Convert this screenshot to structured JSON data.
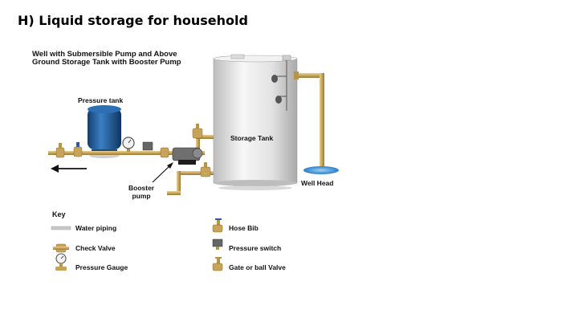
{
  "slide": {
    "title": "H) Liquid storage for household"
  },
  "diagram": {
    "subtitle_line1": "Well with Submersible Pump and Above",
    "subtitle_line2": "Ground Storage Tank with Booster Pump",
    "labels": {
      "pressure_tank": "Pressure tank",
      "storage_tank": "Storage Tank",
      "booster_line1": "Booster",
      "booster_line2": "pump",
      "well_head": "Well Head"
    }
  },
  "key": {
    "title": "Key",
    "items": [
      {
        "label": "Water piping",
        "icon": "pipe-icon"
      },
      {
        "label": "Check Valve",
        "icon": "check-valve-icon"
      },
      {
        "label": "Pressure Gauge",
        "icon": "pressure-gauge-icon"
      },
      {
        "label": "Hose Bib",
        "icon": "hose-bib-icon"
      },
      {
        "label": "Pressure switch",
        "icon": "pressure-switch-icon"
      },
      {
        "label": "Gate or ball Valve",
        "icon": "gate-valve-icon"
      }
    ]
  },
  "colors": {
    "pipe": "#c8a45a",
    "pressure_tank": "#1f5f9f",
    "storage_tank": "#e6e6e6",
    "well_water": "#3a8fd6"
  }
}
